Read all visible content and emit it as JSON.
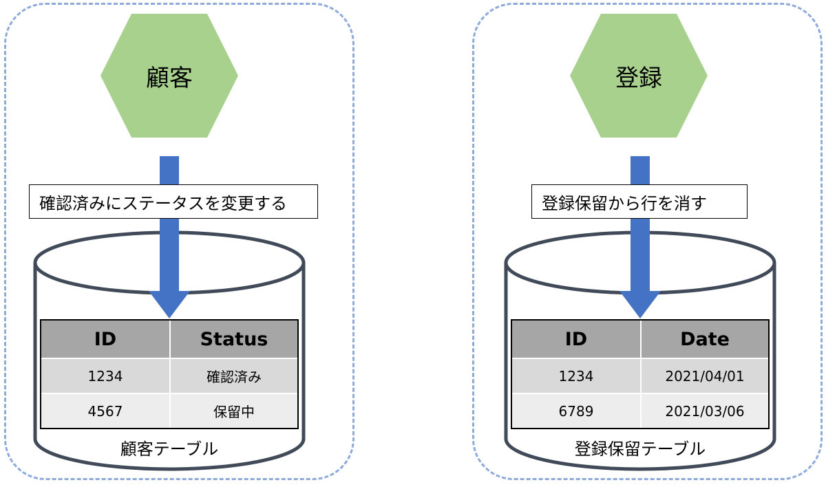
{
  "panels": [
    {
      "entity": "顧客",
      "action": "確認済みにステータスを変更する",
      "table": {
        "columns": [
          "ID",
          "Status"
        ],
        "rows": [
          [
            "1234",
            "確認済み"
          ],
          [
            "4567",
            "保留中"
          ]
        ],
        "caption": "顧客テーブル"
      }
    },
    {
      "entity": "登録",
      "action": "登録保留から行を消す",
      "table": {
        "columns": [
          "ID",
          "Date"
        ],
        "rows": [
          [
            "1234",
            "2021/04/01"
          ],
          [
            "6789",
            "2021/03/06"
          ]
        ],
        "caption": "登録保留テーブル"
      }
    }
  ],
  "colors": {
    "hexagon": "#a9d18e",
    "arrow": "#4472c4",
    "panel_border": "#8eaadb",
    "cylinder_stroke": "#404a59",
    "table_header": "#a6a6a6"
  }
}
